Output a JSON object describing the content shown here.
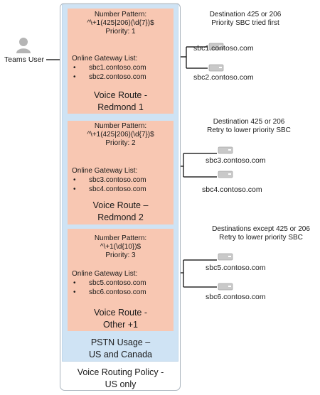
{
  "user": {
    "label": "Teams User"
  },
  "policy": {
    "label_line1": "Voice Routing Policy -",
    "label_line2": "US only"
  },
  "usage": {
    "label_line1": "PSTN Usage –",
    "label_line2": "US and Canada"
  },
  "routes": [
    {
      "pattern_label": "Number Pattern:",
      "pattern": "^\\+1(425|206)(\\d{7})$",
      "priority": "Priority: 1",
      "gateway_label": "Online Gateway List:",
      "gateways": [
        "sbc1.contoso.com",
        "sbc2.contoso.com"
      ],
      "name_line1": "Voice Route -",
      "name_line2": "Redmond 1"
    },
    {
      "pattern_label": "Number Pattern:",
      "pattern": "^\\+1(425|206)(\\d{7})$",
      "priority": "Priority: 2",
      "gateway_label": "Online Gateway List:",
      "gateways": [
        "sbc3.contoso.com",
        "sbc4.contoso.com"
      ],
      "name_line1": "Voice Route –",
      "name_line2": "Redmond 2"
    },
    {
      "pattern_label": "Number Pattern:",
      "pattern": "^\\+1(\\d{10})$",
      "priority": "Priority: 3",
      "gateway_label": "Online Gateway List:",
      "gateways": [
        "sbc5.contoso.com",
        "sbc6.contoso.com"
      ],
      "name_line1": "Voice Route -",
      "name_line2": "Other +1"
    }
  ],
  "destinations": [
    {
      "line1": "Destination 425 or 206",
      "line2": "Priority SBC tried first"
    },
    {
      "line1": "Destination 425 or 206",
      "line2": "Retry to lower priority SBC"
    },
    {
      "line1": "Destinations except 425 or 206",
      "line2": "Retry to lower priority SBC"
    }
  ],
  "sbcs": [
    "sbc1.contoso.com",
    "sbc2.contoso.com",
    "sbc3.contoso.com",
    "sbc4.contoso.com",
    "sbc5.contoso.com",
    "sbc6.contoso.com"
  ]
}
